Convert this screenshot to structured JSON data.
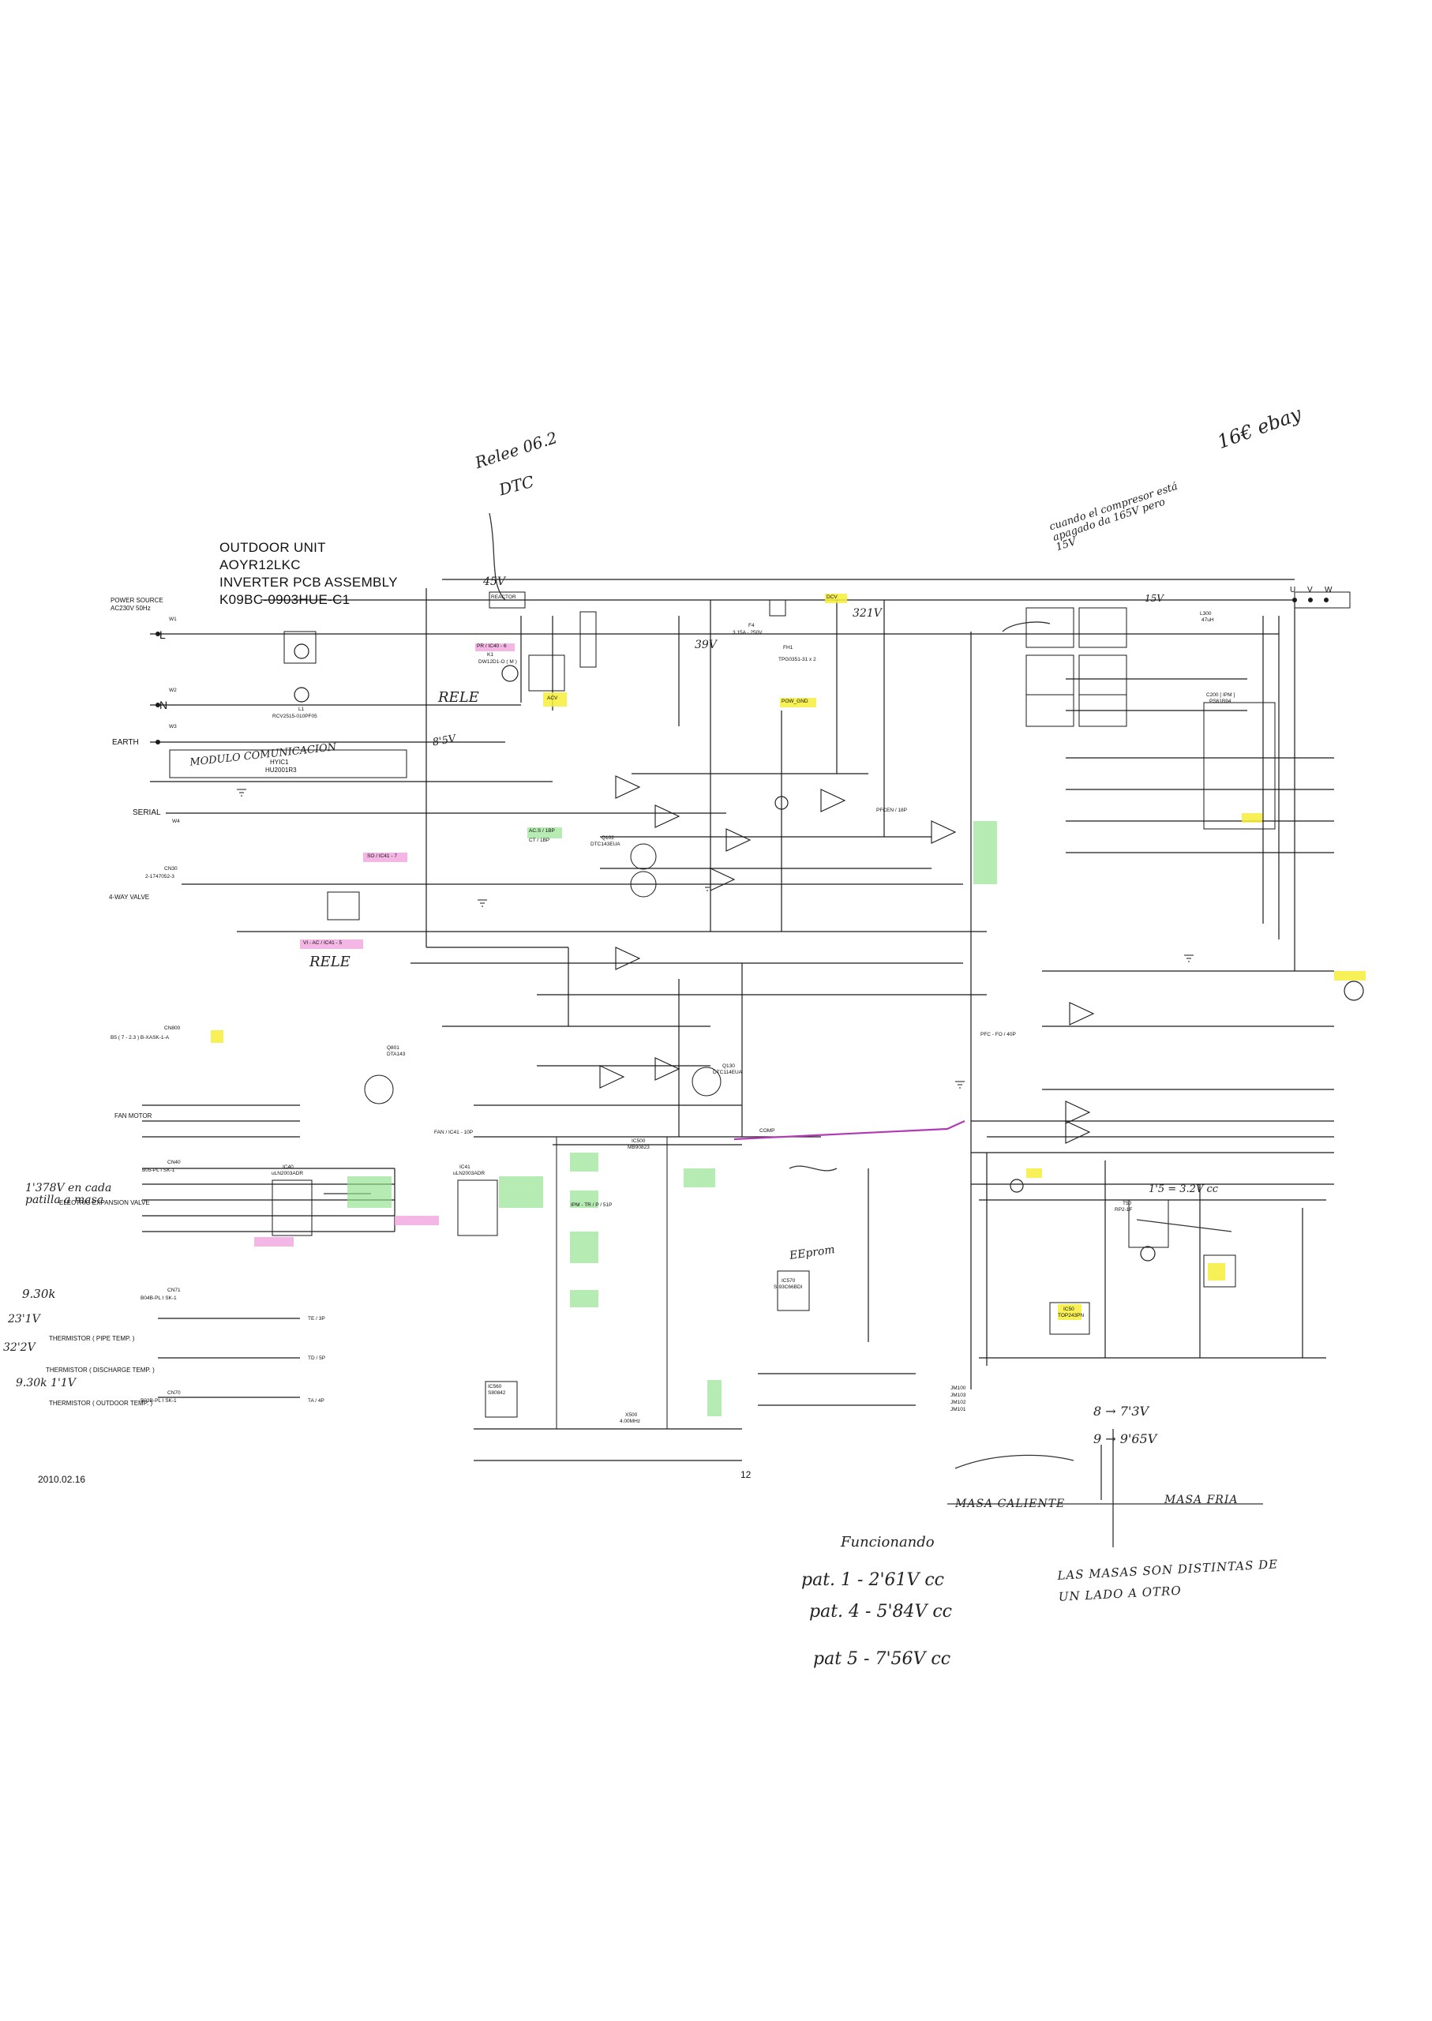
{
  "header": {
    "line1": "OUTDOOR UNIT",
    "line2": "AOYR12LKC",
    "line3": "INVERTER PCB ASSEMBLY",
    "line4": "K09BC-0903HUE-C1"
  },
  "footer": {
    "date": "2010.02.16",
    "page": "12"
  },
  "left_terminals": {
    "power_source": "POWER SOURCE",
    "power_spec": "AC230V 50Hz",
    "l": "L",
    "n": "N",
    "earth": "EARTH",
    "serial": "SERIAL",
    "four_way": "4-WAY VALVE",
    "fan_motor": "FAN MOTOR",
    "eev": "ELECTRIC EXPANSION VALVE",
    "therm_pipe": "THERMISTOR ( PIPE TEMP. )",
    "therm_disch": "THERMISTOR ( DISCHARGE TEMP. )",
    "therm_out": "THERMISTOR ( OUTDOOR TEMP. )"
  },
  "connectors": {
    "w1": "W1",
    "w2": "W2",
    "w3": "W3",
    "w4": "W4",
    "cn800": "CN800",
    "cn800_part": "B5 ( 7 - 2.3 ) B-XASK-1-A",
    "cn30": "CN30",
    "cn30_part": "2-1747052-3",
    "cn40": "CN40",
    "cn40_part": "B05-PL I SK-1",
    "cn71": "CN71",
    "cn71_part": "B04B-PL I SK-1",
    "cn70": "CN70",
    "cn70_part": "B03B-PL I SK-1"
  },
  "blocks": {
    "reactor": "REACTOR",
    "comm_module": "HYIC1",
    "comm_part": "HU2001R3",
    "ic500": "IC500",
    "ic500_part": "MB90823",
    "ic_ipm": "C200 [ IPM ]",
    "ipm_part": "PS61B94",
    "ic50": "IC50",
    "ic50_part": "TOP243PN",
    "ic41": "IC41",
    "ic41_part": "uLN2003ADR",
    "ic40": "IC40",
    "ic40_part": "uLN2003ADR",
    "ic570": "IC570",
    "ic570_part": "S-93C66BDI",
    "ic560": "IC560",
    "ic560_part": "S80842",
    "x500": "X500",
    "x500_part": "4.00MHz",
    "relay_k1": "K1",
    "relay_part": "DW12D1-O ( M )",
    "l1": "L1",
    "l1_part": "RCV2515-010PF05",
    "l300": "L300",
    "l300_part": "47uH",
    "f4": "F4",
    "f4_part": "3.15A - 250V",
    "fh1": "FH1",
    "fh1_part": "TPG0351-31 x 2",
    "q801": "Q801",
    "q801_part": "DTA143",
    "q102": "Q102",
    "q102_part": "DTC143EUA",
    "q130": "Q130",
    "q130_part": "DTC114EUA",
    "t50": "T50",
    "t50_part": "RP2-1F",
    "u_phase": "U",
    "v_phase": "V",
    "w_phase": "W",
    "jm100": "JM100",
    "jm101": "JM101",
    "jm102": "JM102",
    "jm103": "JM103"
  },
  "annotations": {
    "a1": "Relee 06.2",
    "a2": "DTC",
    "a3": "16€ ebay",
    "a4": "cuando el compresor está apagado da 165V pero 15V",
    "a5": "RELE",
    "a6": "MODULO COMUNICACION",
    "a7": "45V",
    "a8": "321V",
    "a9": "8'5V",
    "a10": "RELE",
    "a11": "1'378V en cada patilla a masa",
    "a12": "9.30k",
    "a13": "23'1V",
    "a14": "32'2V",
    "a15": "9.30k 1'1V",
    "a16": "EEprom",
    "a17": "8 → 7'3V",
    "a18": "9 → 9'65V",
    "a19": "MASA CALIENTE",
    "a20": "MASA FRIA",
    "a21": "Funcionando",
    "a22": "pat. 1 - 2'61V cc",
    "a23": "pat. 4 - 5'84V cc",
    "a24": "pat 5 - 7'56V cc",
    "a25": "LAS MASAS SON DISTINTAS DE UN LADO A OTRO",
    "a26": "1'5 = 3.2V cc",
    "a27": "39V",
    "a28": "15V"
  },
  "signals": {
    "s_dcv": "DCV",
    "s_pow_gnd": "POW_GND",
    "s_acv": "ACV",
    "s_rel1": "PR / IC40 - 6",
    "s_so": "SO / IC41 - 7",
    "s_vi": "VI - AC / IC41 - 5",
    "s_acs": "AC.S / 1BP",
    "s_ctin": "CT / 1BP",
    "s_pfcen": "PFCEN / 18P",
    "s_ipm": "IPM - TR / P / 51P",
    "s_comp": "COMP",
    "s_pfc": "PFC - FO / 40P",
    "s_fan": "FAN / IC41 - 10P",
    "s_ta": "TA / 4P",
    "s_td": "TD / 5P",
    "s_te": "TE / 3P"
  },
  "colors": {
    "line": "#1a1a1a",
    "highlight_yellow": "#f6ef3a",
    "highlight_green": "#8fe08a",
    "highlight_pink": "#f2a9e0",
    "purple_wire": "#b23bb5"
  },
  "icons": {
    "fuse": "fuse-symbol",
    "relay": "relay-symbol",
    "transformer": "transformer-symbol",
    "ground": "ground-symbol"
  }
}
